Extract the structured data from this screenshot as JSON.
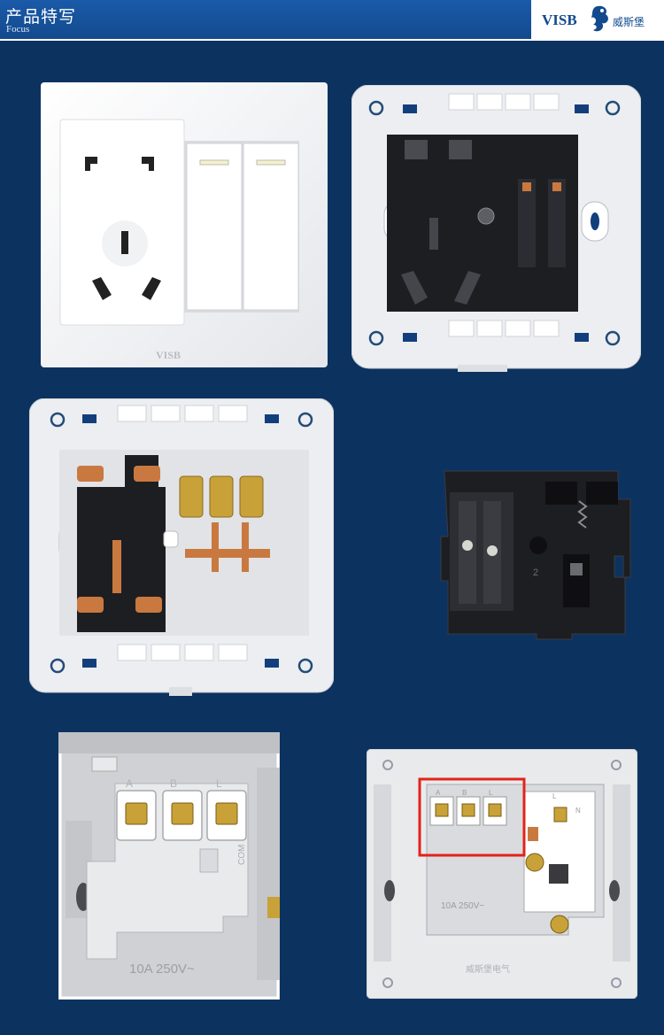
{
  "header": {
    "title_cn": "产品特写",
    "title_en": "Focus",
    "logo_text": "VISB",
    "logo_cn": "威斯堡"
  },
  "labels": {
    "front_plate_brand": "VISB",
    "back_terminal_a": "A",
    "back_terminal_b": "B",
    "back_terminal_l": "L",
    "back_num_2": "2",
    "detail_com": "COM",
    "detail_rating": "10A 250V~",
    "back_rating": "10A 250V~",
    "back_brand_cn": "威斯堡电气",
    "back_n": "N",
    "back_l2": "L"
  },
  "colors": {
    "background": "#0c3260",
    "header_blue": "#134a8e",
    "plate_white": "#f3f4f6",
    "module_black": "#1d1e22",
    "copper": "#c9793f",
    "brass": "#c8a238",
    "highlight": "#e2231a"
  }
}
